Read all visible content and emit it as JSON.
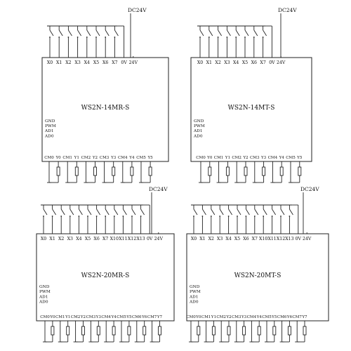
{
  "supply_label": "DC24V",
  "modules": [
    {
      "model": "WS2N-14MR-S",
      "input_terminals": [
        "X0",
        "X1",
        "X2",
        "X3",
        "X4",
        "X5",
        "X6",
        "X7",
        "0V",
        "24V"
      ],
      "output_terminals": [
        "CM0",
        "Y0",
        "CM1",
        "Y1",
        "CM2",
        "Y2",
        "CM3",
        "Y3",
        "CM4",
        "Y4",
        "CM5",
        "Y5"
      ],
      "side_terminals": [
        "GND",
        "PWM",
        "AD1",
        "AD0"
      ]
    },
    {
      "model": "WS2N-14MT-S",
      "input_terminals": [
        "X0",
        "X1",
        "X2",
        "X3",
        "X4",
        "X5",
        "X6",
        "X7",
        "0V",
        "24V"
      ],
      "output_terminals": [
        "CM0",
        "Y0",
        "CM1",
        "Y1",
        "CM2",
        "Y2",
        "CM3",
        "Y3",
        "CM4",
        "Y4",
        "CM5",
        "Y5"
      ],
      "side_terminals": [
        "GND",
        "PWM",
        "AD1",
        "AD0"
      ]
    },
    {
      "model": "WS2N-20MR-S",
      "input_terminals": [
        "X0",
        "X1",
        "X2",
        "X3",
        "X4",
        "X5",
        "X6",
        "X7",
        "X10",
        "X11",
        "X12",
        "X13",
        "0V",
        "24V"
      ],
      "output_terminals": [
        "CM0",
        "Y0",
        "CM1",
        "Y1",
        "CM2",
        "Y2",
        "CM3",
        "Y3",
        "CM4",
        "Y4",
        "CM5",
        "Y5",
        "CM6",
        "Y6",
        "CM7",
        "Y7"
      ],
      "side_terminals": [
        "GND",
        "PWM",
        "AD1",
        "AD0"
      ]
    },
    {
      "model": "WS2N-20MT-S",
      "input_terminals": [
        "X0",
        "X1",
        "X2",
        "X3",
        "X4",
        "X5",
        "X6",
        "X7",
        "X10",
        "X11",
        "X12",
        "X13",
        "0V",
        "24V"
      ],
      "output_terminals": [
        "CM0",
        "Y0",
        "CM1",
        "Y1",
        "CM2",
        "Y2",
        "CM3",
        "Y3",
        "CM4",
        "Y4",
        "CM5",
        "Y5",
        "CM6",
        "Y6",
        "CM7",
        "Y7"
      ],
      "side_terminals": [
        "GND",
        "PWM",
        "AD1",
        "AD0"
      ]
    }
  ]
}
